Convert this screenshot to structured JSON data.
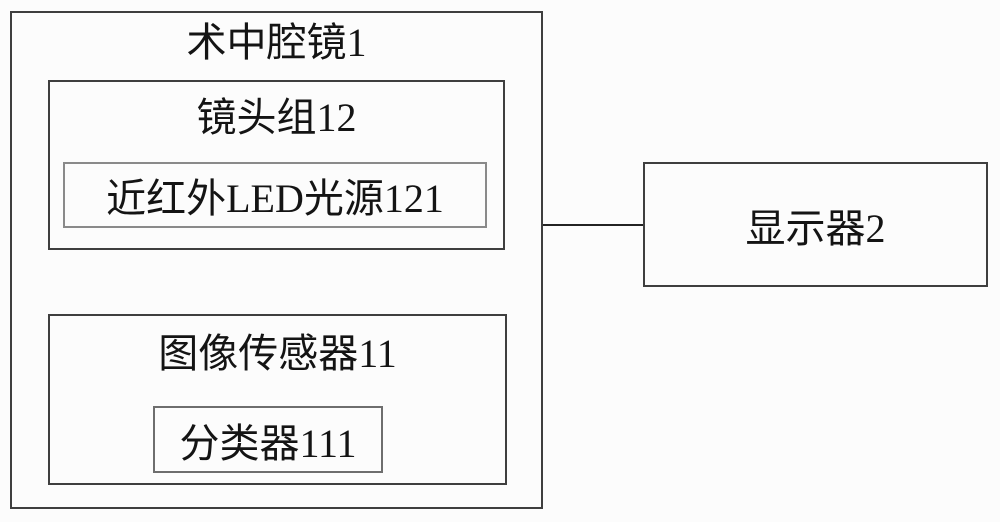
{
  "diagram": {
    "type": "block-diagram",
    "boxes": {
      "endoscope": {
        "label": "术中腔镜1"
      },
      "lens_group": {
        "label": "镜头组12"
      },
      "nir_led": {
        "label": "近红外LED光源121"
      },
      "image_sensor": {
        "label": "图像传感器11"
      },
      "classifier": {
        "label": "分类器111"
      },
      "display": {
        "label": "显示器2"
      }
    },
    "connections": [
      {
        "from": "术中腔镜1",
        "to": "显示器2",
        "style": "plain-horizontal-line"
      }
    ],
    "colors": {
      "background": "#fcfcfc",
      "text": "#141414",
      "border_dark": "#3f3f3f",
      "border_mid": "#6e6e6e",
      "border_light": "#8a8a8a",
      "connector": "#232323"
    }
  }
}
